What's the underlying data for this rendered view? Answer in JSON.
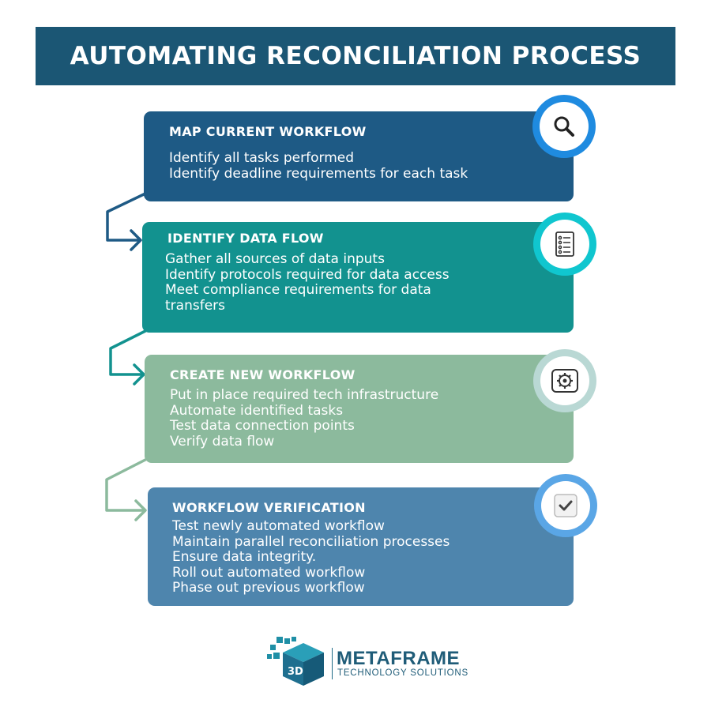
{
  "title": "AUTOMATING RECONCILIATION PROCESS",
  "steps": [
    {
      "heading": "MAP CURRENT WORKFLOW",
      "lines": [
        "Identify all tasks performed",
        "Identify deadline requirements for each task"
      ],
      "icon": "magnifier-icon",
      "color": "#1e5a85"
    },
    {
      "heading": "IDENTIFY DATA FLOW",
      "lines": [
        "Gather all sources of data inputs",
        "Identify protocols required for data access",
        "Meet compliance requirements for data",
        "transfers"
      ],
      "icon": "checklist-document-icon",
      "color": "#12928f"
    },
    {
      "heading": "CREATE NEW WORKFLOW",
      "lines": [
        "Put in place required tech infrastructure",
        "Automate identified tasks",
        "Test data connection points",
        "Verify data flow"
      ],
      "icon": "gear-cycle-icon",
      "color": "#8cba9d"
    },
    {
      "heading": "WORKFLOW VERIFICATION",
      "lines": [
        "Test newly automated workflow",
        "Maintain parallel reconciliation processes",
        "Ensure data integrity.",
        "Roll out automated workflow",
        "Phase out previous workflow"
      ],
      "icon": "checkbox-icon",
      "color": "#4e85ad"
    }
  ],
  "logo": {
    "name": "METAFRAME",
    "tagline": "TECHNOLOGY SOLUTIONS",
    "mark_text": "3D"
  },
  "colors": {
    "header": "#1b5674",
    "brand": "#1f5c78",
    "brand_teal": "#1f8fa6"
  }
}
